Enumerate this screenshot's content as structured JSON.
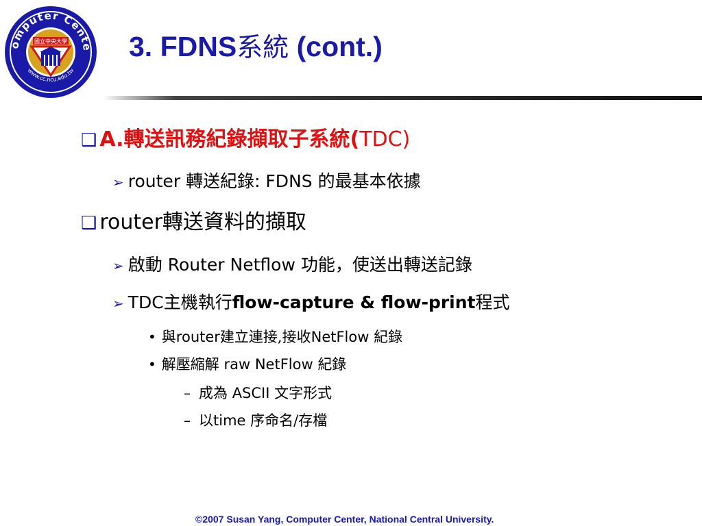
{
  "logo": {
    "top_text": "Computer Center",
    "bottom_text": "www.cc.ncu.edu.tw",
    "center_text": "國立中央大學",
    "colors": {
      "ring": "#1a1aa8",
      "gold": "#d9a21e",
      "red": "#cc1a1a"
    }
  },
  "slide": {
    "title_latin": "3. FDNS",
    "title_cjk": "系統",
    "title_suffix": " (cont.)"
  },
  "bullets": {
    "b1": {
      "prefix": "A.",
      "cjk": "轉送訊務紀錄擷取子系統",
      "paren_open": "(",
      "latin": "TDC)"
    },
    "b1_1": {
      "word": "router ",
      "cjk1": "轉送紀錄",
      "mid": ": FDNS ",
      "cjk2": "的最基本依據"
    },
    "b2": {
      "word": "router",
      "cjk": "轉送資料的擷取"
    },
    "b2_1": {
      "cjk1": "啟動 ",
      "mid": "Router Netflow ",
      "cjk2": "功能，使送出轉送記錄"
    },
    "b2_2": {
      "word": "TDC",
      "cjk1": "主機執行",
      "bold": "flow-capture & flow-print",
      "cjk2": "程式"
    },
    "b2_2_1": {
      "cjk1": "與",
      "word": "router",
      "cjk2": "建立連接,接收",
      "tail": "NetFlow ",
      "cjk3": "紀錄"
    },
    "b2_2_2": {
      "cjk1": "解壓縮解  ",
      "mid": "raw NetFlow ",
      "cjk2": "紀錄"
    },
    "b2_2_2_1": {
      "cjk1": "成為 ",
      "mid": "ASCII ",
      "cjk2": "文字形式"
    },
    "b2_2_2_2": {
      "cjk1": "以",
      "mid": "time ",
      "cjk2": "序命名/存檔"
    }
  },
  "markers": {
    "level1": "❑",
    "level2": "➢",
    "level3": "•",
    "level4": "–"
  },
  "footer": {
    "text": "©2007 Susan Yang, Computer Center, National Central University."
  },
  "colors": {
    "title": "#1a1aa8",
    "accent_red": "#e01010",
    "bullet_blue": "#1a1aa8"
  }
}
